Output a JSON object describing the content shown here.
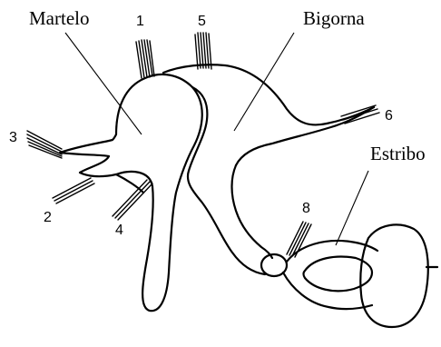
{
  "labels": {
    "martelo": "Martelo",
    "bigorna": "Bigorna",
    "estribo": "Estribo"
  },
  "markers": [
    "1",
    "2",
    "3",
    "4",
    "5",
    "6",
    "8"
  ],
  "colors": {
    "ink": "#000000",
    "paper": "#ffffff"
  }
}
